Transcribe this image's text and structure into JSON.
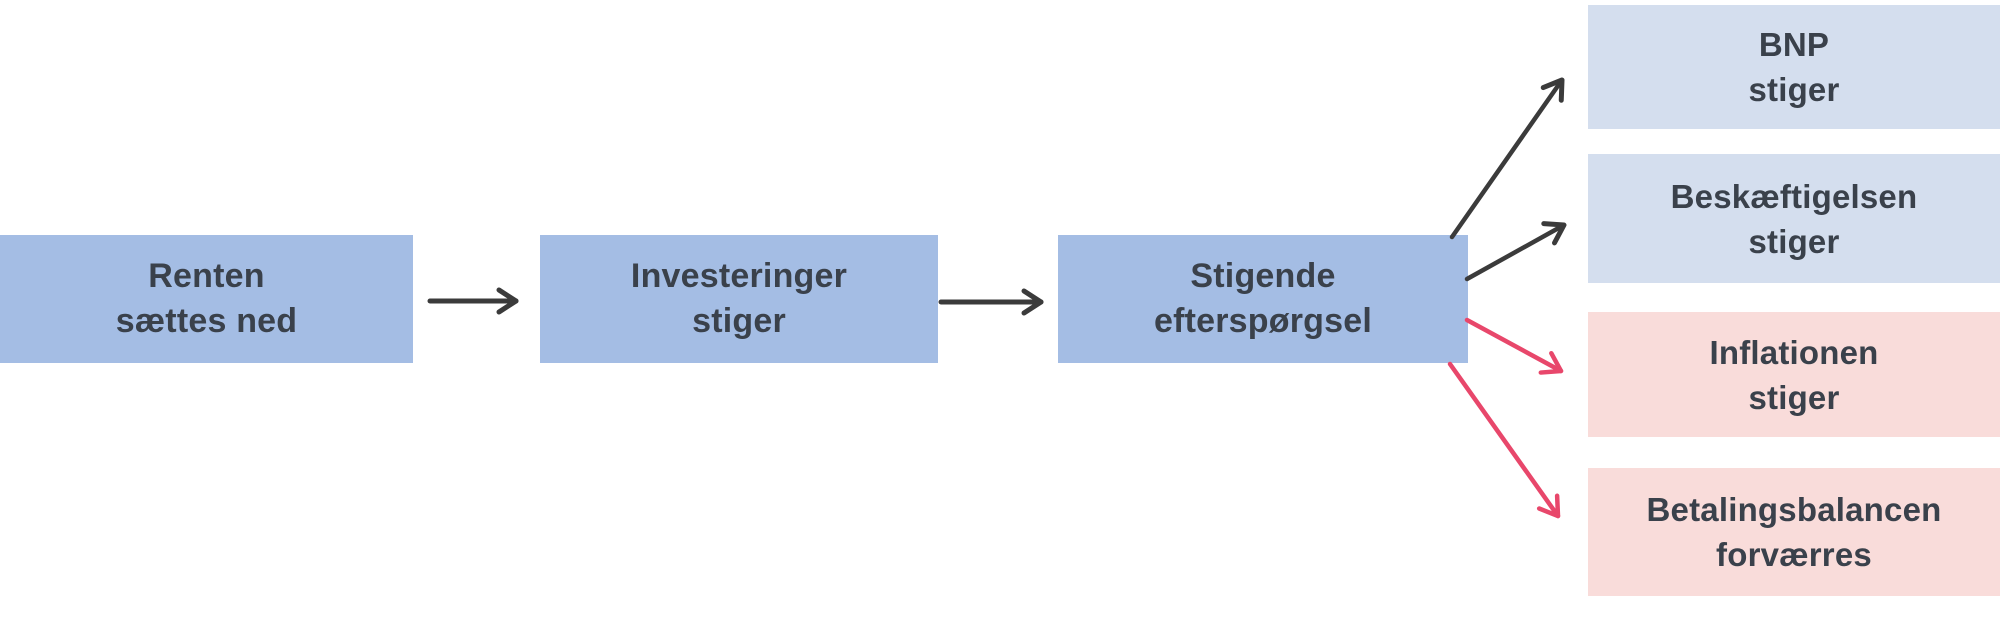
{
  "diagram": {
    "flow_boxes": [
      {
        "line1": "Renten",
        "line2": "sættes ned"
      },
      {
        "line1": "Investeringer",
        "line2": "stiger"
      },
      {
        "line1": "Stigende",
        "line2": "efterspørgsel"
      }
    ],
    "outcome_boxes": [
      {
        "line1": "BNP",
        "line2": "stiger",
        "tone": "positive"
      },
      {
        "line1": "Beskæftigelsen",
        "line2": "stiger",
        "tone": "positive"
      },
      {
        "line1": "Inflationen",
        "line2": "stiger",
        "tone": "negative"
      },
      {
        "line1": "Betalingsbalancen",
        "line2": "forværres",
        "tone": "negative"
      }
    ],
    "colors": {
      "flow_box_bg": "#a4bde4",
      "outcome_positive_bg": "#d4deee",
      "outcome_negative_bg": "#f9dcda",
      "arrow_dark": "#3b3b3b",
      "arrow_red": "#e8476b",
      "text": "#3a414b"
    }
  }
}
